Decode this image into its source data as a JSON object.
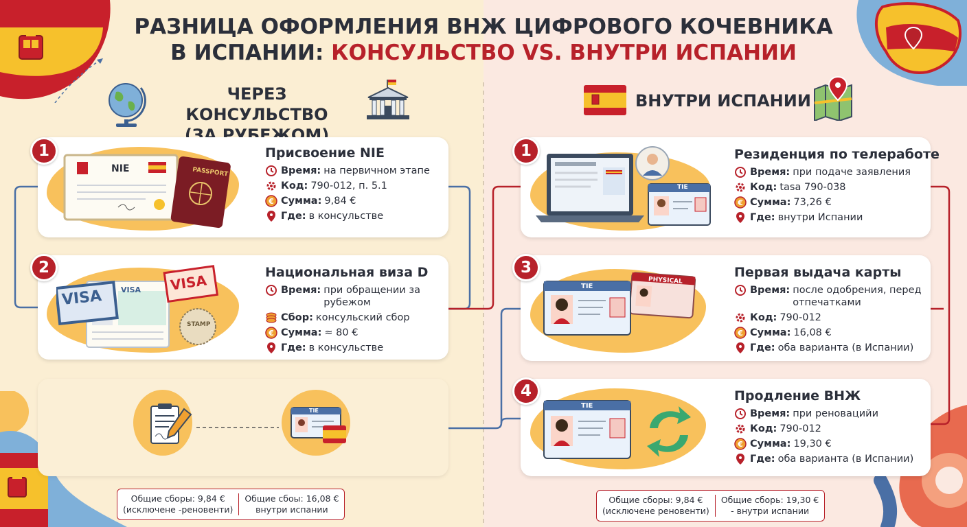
{
  "title": {
    "line1": "РАЗНИЦА ОФОРМЛЕНИЯ ВНЖ ЦИФРОВОГО КОЧЕВНИКА",
    "line2_dark": "В ИСПАНИИ: ",
    "line2_red": "КОНСУЛЬСТВО VS. ВНУТРИ ИСПАНИИ"
  },
  "left": {
    "heading_line1": "ЧЕРЕЗ КОНСУЛЬСТВО",
    "heading_line2": "(ЗА РУБЕЖОМ)",
    "steps": [
      {
        "number": "1",
        "title": "Присвоение NIE",
        "doc_label": "NIE",
        "passport_label": "PASSPORT",
        "rows": [
          {
            "icon": "clock-icon",
            "label": "Время:",
            "value": "на первичном этапе"
          },
          {
            "icon": "gear-icon",
            "label": "Код:",
            "value": "790-012, п. 5.1"
          },
          {
            "icon": "euro-icon",
            "label": "Сумма:",
            "value": "9,84 €"
          },
          {
            "icon": "pin-icon",
            "label": "Где:",
            "value": "в консульстве"
          }
        ]
      },
      {
        "number": "2",
        "title": "Национальная виза D",
        "visa_label": "VISA",
        "stamp_label": "STAMP",
        "rows": [
          {
            "icon": "clock-icon",
            "label": "Время:",
            "value": "при обращении за рубежом"
          },
          {
            "icon": "coins-icon",
            "label": "Сбор:",
            "value": "консульский сбор"
          },
          {
            "icon": "euro-icon",
            "label": "Сумма:",
            "value": "≈ 80 €"
          },
          {
            "icon": "pin-icon",
            "label": "Где:",
            "value": "в консульстве"
          }
        ]
      }
    ],
    "tie_label": "TIE",
    "summary": [
      {
        "line1": "Общие сборы: 9,84 €",
        "line2": "(исключене ‑реновенти)"
      },
      {
        "line1": "Общие сбоы: 16,08 €",
        "line2": "внутри испании"
      }
    ]
  },
  "right": {
    "heading": "ВНУТРИ ИСПАНИИ",
    "steps": [
      {
        "number": "1",
        "title": "Резиденция по телеработе",
        "card_label": "TIE",
        "rows": [
          {
            "icon": "clock-icon",
            "label": "Время:",
            "value": "при подаче заявления"
          },
          {
            "icon": "gear-icon",
            "label": "Код:",
            "value": "tasa 790-038"
          },
          {
            "icon": "euro-icon",
            "label": "Сумма:",
            "value": "73,26 €"
          },
          {
            "icon": "pin-icon",
            "label": "Где:",
            "value": "внутри Испании"
          }
        ]
      },
      {
        "number": "3",
        "title": "Первая выдача карты",
        "card_label": "TIE",
        "physical_label": "PHYSICAL",
        "rows": [
          {
            "icon": "clock-icon",
            "label": "Время:",
            "value": "после одобрения, перед отпечатками"
          },
          {
            "icon": "gear-icon",
            "label": "Код:",
            "value": "790-012"
          },
          {
            "icon": "euro-icon",
            "label": "Сумма:",
            "value": "16,08 €"
          },
          {
            "icon": "pin-icon",
            "label": "Где:",
            "value": "оба варианта (в Испании)"
          }
        ]
      },
      {
        "number": "4",
        "title": "Продление ВНЖ",
        "card_label": "TIE",
        "rows": [
          {
            "icon": "clock-icon",
            "label": "Время:",
            "value": "при реновацийи"
          },
          {
            "icon": "gear-icon",
            "label": "Код:",
            "value": "790-012"
          },
          {
            "icon": "euro-icon",
            "label": "Сумма:",
            "value": "19,30 €"
          },
          {
            "icon": "pin-icon",
            "label": "Где:",
            "value": "оба варианта (в Испании)"
          }
        ]
      }
    ],
    "summary": [
      {
        "line1": "Общие сборы: 9,84 €",
        "line2": "(исключене реновенти)"
      },
      {
        "line1": "Общие сборь: 19,30 €",
        "line2": "- внутри испании"
      }
    ]
  },
  "colors": {
    "accent_red": "#b7212a",
    "accent_yellow": "#f8c15c",
    "connector_blue": "#4a6fa5",
    "text": "#2b2f3a"
  }
}
